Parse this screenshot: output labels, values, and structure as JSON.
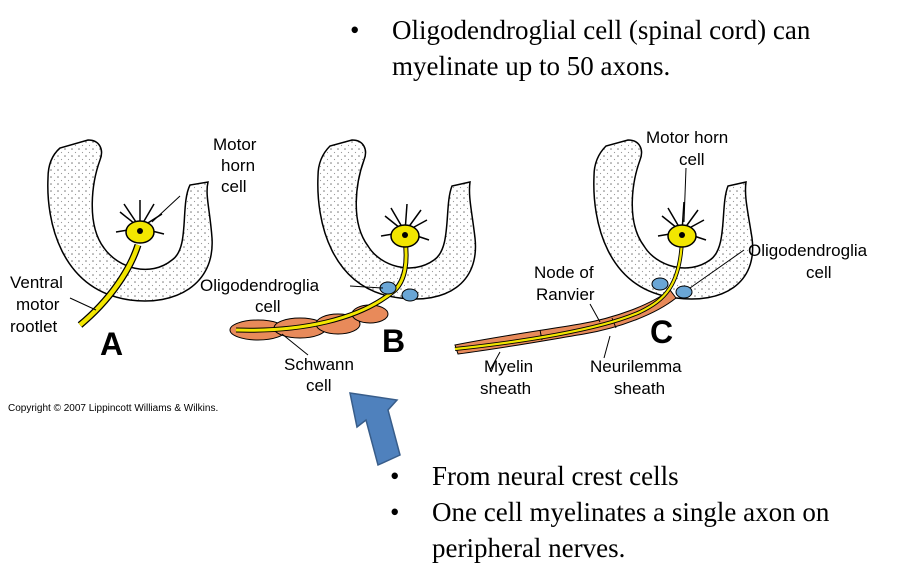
{
  "top_bullets": [
    "Oligodendroglial cell (spinal cord) can myelinate up to 50 axons."
  ],
  "bottom_bullets": [
    "From neural crest cells",
    "One cell myelinates  a single axon on peripheral nerves."
  ],
  "bullet_glyph": "•",
  "panels": {
    "a": {
      "letter": "A",
      "motor_horn": [
        "Motor",
        "horn",
        "cell"
      ],
      "ventral": [
        "Ventral",
        "motor",
        "rootlet"
      ]
    },
    "b": {
      "letter": "B",
      "oligo": [
        "Oligodendroglia",
        "cell"
      ],
      "schwann": [
        "Schwann",
        "cell"
      ]
    },
    "c": {
      "letter": "C",
      "motor_horn": [
        "Motor horn",
        "cell"
      ],
      "node": [
        "Node of",
        "Ranvier"
      ],
      "oligo": [
        "Oligodendroglia",
        "cell"
      ],
      "myelin": [
        "Myelin",
        "sheath"
      ],
      "neurilemma": [
        "Neurilemma",
        "sheath"
      ]
    }
  },
  "copyright": "Copyright © 2007 Lippincott Williams & Wilkins.",
  "colors": {
    "axon": "#f2e600",
    "myelin": "#e88a5a",
    "arrow": "#4f81bd",
    "glia": "#6aa6d6"
  }
}
